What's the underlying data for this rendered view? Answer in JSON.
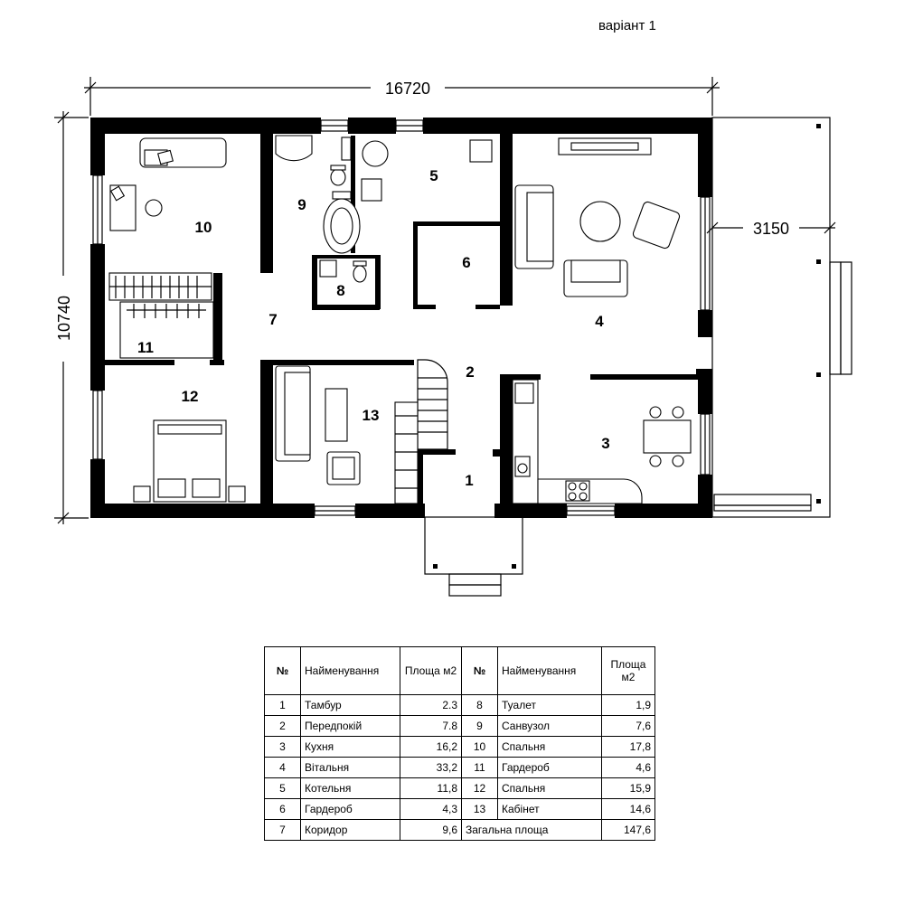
{
  "variant_label": "варіант 1",
  "dimensions": {
    "width": "16720",
    "height": "10740",
    "terrace": "3150"
  },
  "rooms": [
    {
      "num": "1"
    },
    {
      "num": "2"
    },
    {
      "num": "3"
    },
    {
      "num": "4"
    },
    {
      "num": "5"
    },
    {
      "num": "6"
    },
    {
      "num": "7"
    },
    {
      "num": "8"
    },
    {
      "num": "9"
    },
    {
      "num": "10"
    },
    {
      "num": "11"
    },
    {
      "num": "12"
    },
    {
      "num": "13"
    }
  ],
  "table": {
    "headers": {
      "num": "№",
      "name": "Найменування",
      "area": "Площа м2"
    },
    "rows": [
      {
        "n1": "1",
        "name1": "Тамбур",
        "area1": "2.3",
        "n2": "8",
        "name2": "Туалет",
        "area2": "1,9"
      },
      {
        "n1": "2",
        "name1": "Передпокій",
        "area1": "7.8",
        "n2": "9",
        "name2": "Санвузол",
        "area2": "7,6"
      },
      {
        "n1": "3",
        "name1": "Кухня",
        "area1": "16,2",
        "n2": "10",
        "name2": "Спальня",
        "area2": "17,8"
      },
      {
        "n1": "4",
        "name1": "Вітальня",
        "area1": "33,2",
        "n2": "11",
        "name2": "Гардероб",
        "area2": "4,6"
      },
      {
        "n1": "5",
        "name1": "Котельня",
        "area1": "11,8",
        "n2": "12",
        "name2": "Спальня",
        "area2": "15,9"
      },
      {
        "n1": "6",
        "name1": "Гардероб",
        "area1": "4,3",
        "n2": "13",
        "name2": "Кабінет",
        "area2": "14,6"
      }
    ],
    "last_row": {
      "n1": "7",
      "name1": "Коридор",
      "area1": "9,6",
      "total_label": "Загальна площа",
      "total_area": "147,6"
    }
  }
}
